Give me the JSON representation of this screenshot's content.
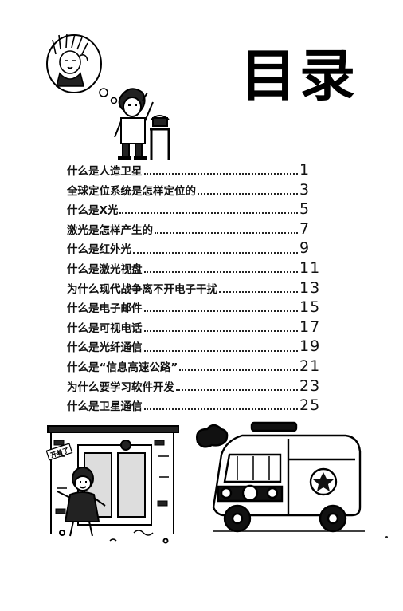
{
  "title": "目录",
  "toc": [
    {
      "title": "什么是人造卫星",
      "page": "1"
    },
    {
      "title": "全球定位系统是怎样定位的",
      "page": "3"
    },
    {
      "title": "什么是X光",
      "page": "5"
    },
    {
      "title": "激光是怎样产生的",
      "page": "7"
    },
    {
      "title": "什么是红外光",
      "page": "9"
    },
    {
      "title": "什么是激光视盘",
      "page": "11"
    },
    {
      "title": "为什么现代战争离不开电子干扰",
      "page": "13"
    },
    {
      "title": "什么是电子邮件",
      "page": "15"
    },
    {
      "title": "什么是可视电话",
      "page": "17"
    },
    {
      "title": "什么是光纤通信",
      "page": "19"
    },
    {
      "title": "什么是“信息高速公路”",
      "page": "21"
    },
    {
      "title": "为什么要学习软件开发",
      "page": "23"
    },
    {
      "title": "什么是卫星通信",
      "page": "25"
    }
  ],
  "illustrations": {
    "top": "phone-call-cartoon",
    "bottom_left": "wall-door-boy-cartoon",
    "bottom_right": "police-van-cartoon",
    "sign_text": "开着了"
  }
}
